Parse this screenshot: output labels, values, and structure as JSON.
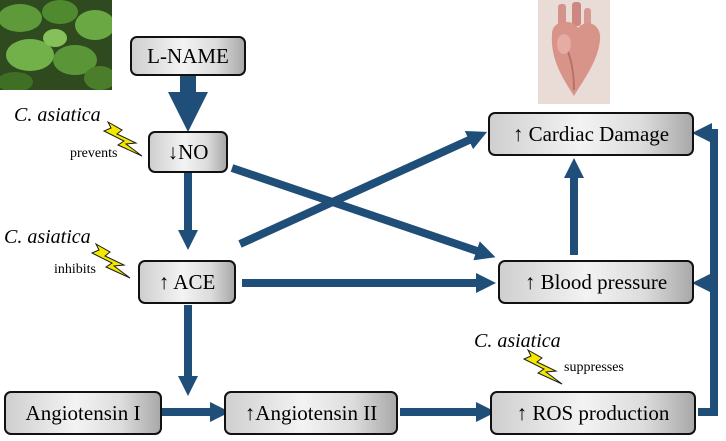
{
  "nodes": {
    "lname": "L-NAME",
    "no": "↓NO",
    "ace": "↑ ACE",
    "cardiac_damage": "↑ Cardiac Damage",
    "blood_pressure": "↑ Blood pressure",
    "angiotensin_1": "Angiotensin I",
    "angiotensin_2": "↑Angiotensin II",
    "ros": "↑ ROS production"
  },
  "annotations": {
    "prevents": {
      "agent": "C. asiatica",
      "action": "prevents"
    },
    "inhibits": {
      "agent": "C. asiatica",
      "action": "inhibits"
    },
    "suppresses": {
      "agent": "C. asiatica",
      "action": "suppresses"
    }
  },
  "colors": {
    "arrow": "#1f4e79",
    "lightning": "#f5e800",
    "box_border": "#111111"
  },
  "images": {
    "plant": "centella-asiatica-plant-photo",
    "heart": "anatomical-heart-model-photo"
  }
}
